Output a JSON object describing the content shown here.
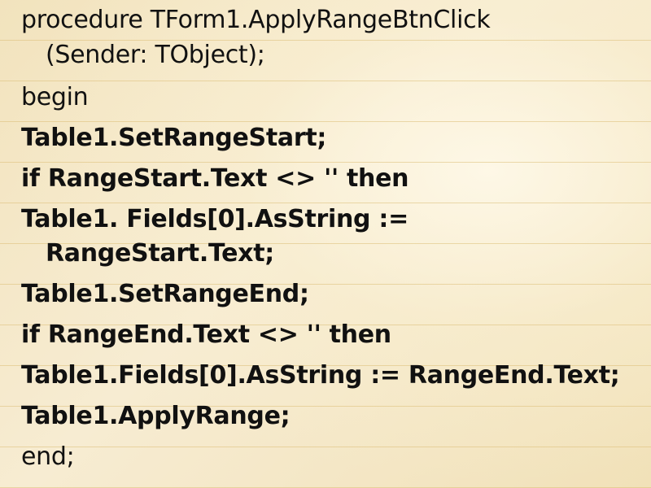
{
  "slide": {
    "lines": [
      "procedure TForm1.ApplyRangeBtnClick",
      "(Sender: TObject);",
      "begin",
      "Table1.SetRangeStart;",
      "if RangeStart.Text <> '' then",
      "Table1. Fields[0].AsString :=",
      "RangeStart.Text;",
      "Table1.SetRangeEnd;",
      "if RangeEnd.Text <> '' then",
      "Table1.Fields[0].AsString := RangeEnd.Text;",
      "Table1.ApplyRange;",
      "end;"
    ]
  },
  "colors": {
    "text": "#111111",
    "background": "#f4e8c8",
    "rule": "#dcbe78"
  }
}
